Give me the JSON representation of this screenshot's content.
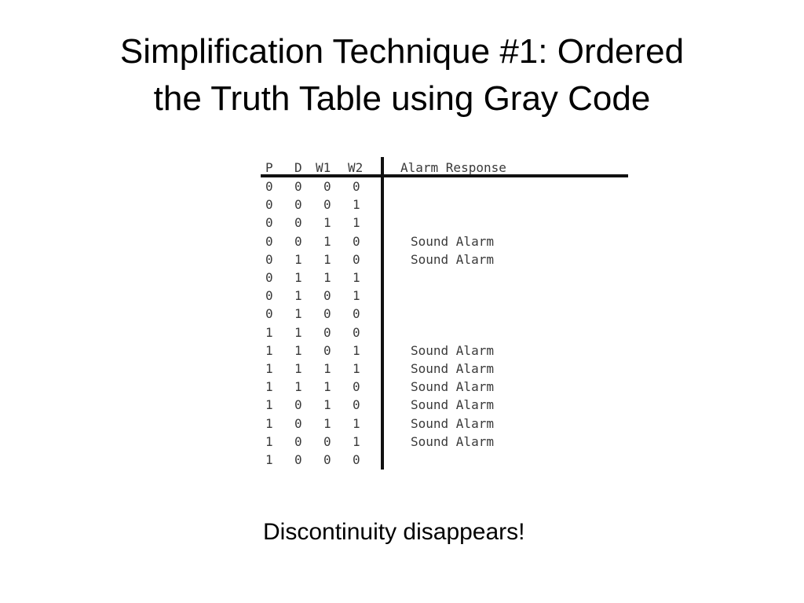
{
  "slide": {
    "title_line1": "Simplification Technique #1: Ordered",
    "title_line2": "the Truth Table using Gray Code",
    "caption": "Discontinuity disappears!"
  },
  "truth_table": {
    "headers": {
      "p": "P",
      "d": "D",
      "w1": "W1",
      "w2": "W2",
      "response": "Alarm Response"
    },
    "rows": [
      {
        "p": "0",
        "d": "0",
        "w1": "0",
        "w2": "0",
        "response": ""
      },
      {
        "p": "0",
        "d": "0",
        "w1": "0",
        "w2": "1",
        "response": ""
      },
      {
        "p": "0",
        "d": "0",
        "w1": "1",
        "w2": "1",
        "response": ""
      },
      {
        "p": "0",
        "d": "0",
        "w1": "1",
        "w2": "0",
        "response": "Sound Alarm"
      },
      {
        "p": "0",
        "d": "1",
        "w1": "1",
        "w2": "0",
        "response": "Sound Alarm"
      },
      {
        "p": "0",
        "d": "1",
        "w1": "1",
        "w2": "1",
        "response": ""
      },
      {
        "p": "0",
        "d": "1",
        "w1": "0",
        "w2": "1",
        "response": ""
      },
      {
        "p": "0",
        "d": "1",
        "w1": "0",
        "w2": "0",
        "response": ""
      },
      {
        "p": "1",
        "d": "1",
        "w1": "0",
        "w2": "0",
        "response": ""
      },
      {
        "p": "1",
        "d": "1",
        "w1": "0",
        "w2": "1",
        "response": "Sound Alarm"
      },
      {
        "p": "1",
        "d": "1",
        "w1": "1",
        "w2": "1",
        "response": "Sound Alarm"
      },
      {
        "p": "1",
        "d": "1",
        "w1": "1",
        "w2": "0",
        "response": "Sound Alarm"
      },
      {
        "p": "1",
        "d": "0",
        "w1": "1",
        "w2": "0",
        "response": "Sound Alarm"
      },
      {
        "p": "1",
        "d": "0",
        "w1": "1",
        "w2": "1",
        "response": "Sound Alarm"
      },
      {
        "p": "1",
        "d": "0",
        "w1": "0",
        "w2": "1",
        "response": "Sound Alarm"
      },
      {
        "p": "1",
        "d": "0",
        "w1": "0",
        "w2": "0",
        "response": ""
      }
    ]
  }
}
